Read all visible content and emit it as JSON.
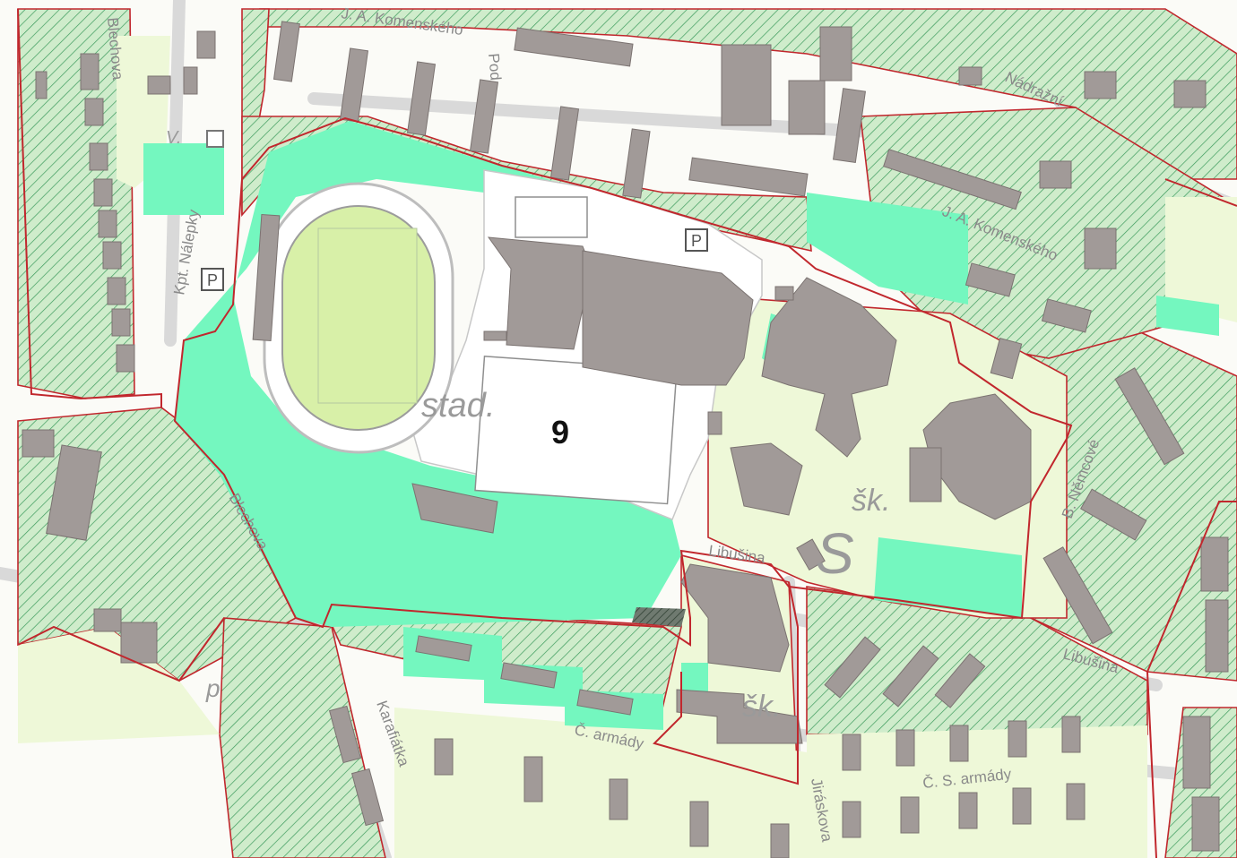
{
  "map": {
    "zone_number": "9",
    "labels": {
      "stadium": "stad.",
      "school_1": "šk.",
      "school_2": "šk.",
      "parking": "P",
      "big_s": "S",
      "v_label": "V.",
      "p_label": "p"
    },
    "streets": {
      "komenskeho_top": "J. A. Komenského",
      "komenskeho_mid": "J. A. Komenského",
      "pod": "Pod",
      "nadrazni": "Nádražní",
      "nalepky": "Kpt. Nálepky",
      "blecnova_top": "Blechova",
      "blecnova": "Blechova",
      "libusina_1": "Libušina",
      "libusina_2": "Libušina",
      "nemcove": "B. Němcové",
      "karafiatka": "Karafiátka",
      "cs_armady_1": "Č. armády",
      "cs_armady_2": "Č. S. armády",
      "jirasova": "Jiráskova"
    },
    "colors": {
      "public_green": "#74f7bf",
      "hatched_green": "#cfeccb",
      "hatch_line": "#2e8b57",
      "light_green": "#eef8d8",
      "building": "#a19a98",
      "boundary": "#c1272d",
      "sport_white": "#ffffff",
      "pitch": "#d8f0a8"
    }
  }
}
